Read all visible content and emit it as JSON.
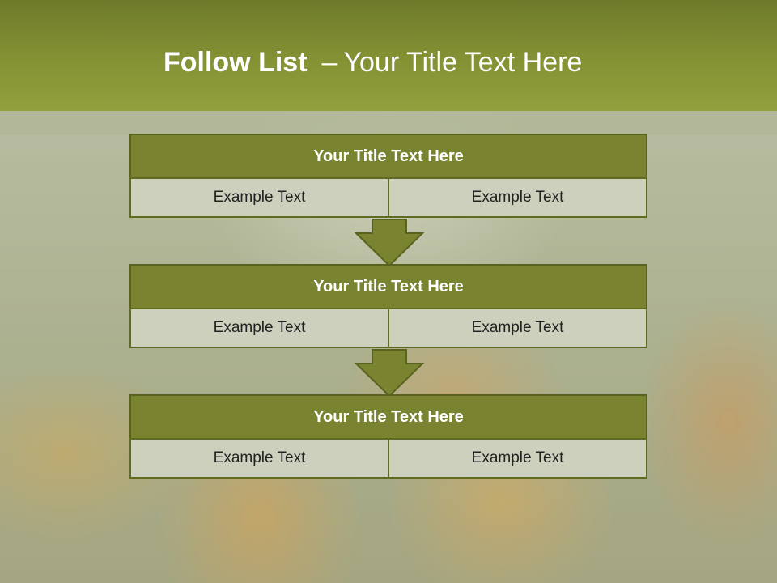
{
  "header": {
    "title_bold": "Follow List",
    "title_dash": "–",
    "title_rest": "Your Title Text Here"
  },
  "blocks": [
    {
      "title": "Your Title Text Here",
      "left": "Example Text",
      "right": "Example Text"
    },
    {
      "title": "Your Title Text Here",
      "left": "Example Text",
      "right": "Example Text"
    },
    {
      "title": "Your Title Text Here",
      "left": "Example Text",
      "right": "Example Text"
    }
  ],
  "colors": {
    "header": "#859234",
    "block_title_bg": "#7a8430",
    "cell_bg": "#cdd0bd",
    "arrow": "#7a8430"
  },
  "icons": [
    "arrow-down-icon",
    "arrow-down-icon"
  ]
}
